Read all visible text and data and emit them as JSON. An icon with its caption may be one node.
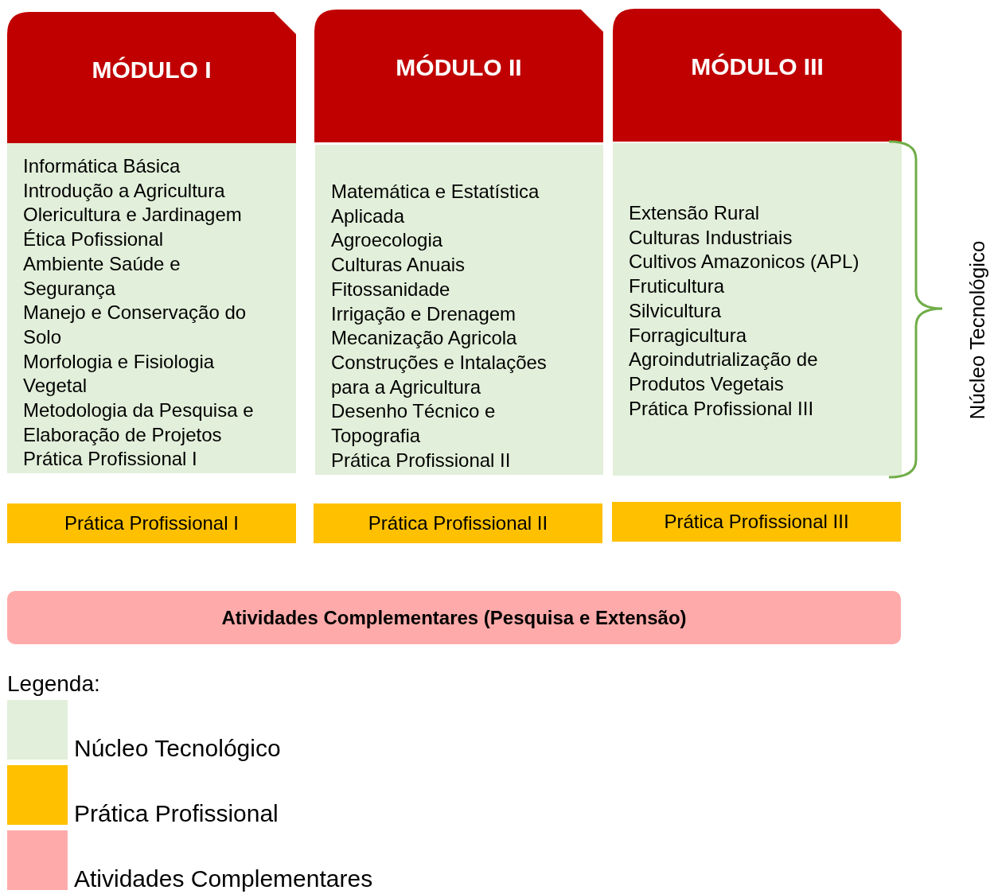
{
  "diagram": {
    "nodes": [
      {
        "text": [
          "MÓDULO I"
        ]
      },
      {
        "text": [
          "Informática Básica",
          "Introdução a Agricultura",
          "Olericultura e Jardinagem",
          "Ética Pofissional",
          "Ambiente Saúde e Segurança",
          "Manejo e Conservação do Solo",
          "Morfologia e Fisiologia Vegetal",
          "Metodologia da Pesquisa e Elaboração de Projetos",
          "Prática Profissional I"
        ]
      },
      {
        "text": [
          "MÓDULO II"
        ]
      },
      {
        "text": [
          "Matemática e Estatística Aplicada",
          "Agroecologia",
          "Culturas Anuais",
          "Fitossanidade",
          "Irrigação e Drenagem",
          "Mecanização Agricola",
          "Construções e Intalações para a Agricultura",
          "Desenho Técnico e Topografia",
          "Prática Profissional II"
        ]
      },
      {
        "text": [
          "MÓDULO III"
        ]
      },
      {
        "text": [
          "Extensão Rural",
          "Culturas Industriais",
          "Cultivos Amazonicos (APL)",
          "Fruticultura",
          "Silvicultura",
          "Forragicultura",
          "Agroindutrialização de Produtos Vegetais",
          "Prática Profissional III"
        ]
      },
      {
        "text": [
          "Prática Profissional I"
        ]
      },
      {
        "text": [
          "Prática Profissional II"
        ]
      },
      {
        "text": [
          "Prática Profissional III"
        ]
      },
      {
        "text": [
          "Atividades Complementares (Pesquisa e Extensão)"
        ]
      }
    ],
    "labels": [
      "Núcleo Tecnológico",
      "Legenda:"
    ],
    "legend": [
      {
        "text": "Núcleo Tecnológico",
        "color": "#e2efda"
      },
      {
        "text": "Prática Profissional",
        "color": "#ffc000"
      },
      {
        "text": "Atividades Complementares",
        "color": "#ffaaaa"
      }
    ]
  }
}
